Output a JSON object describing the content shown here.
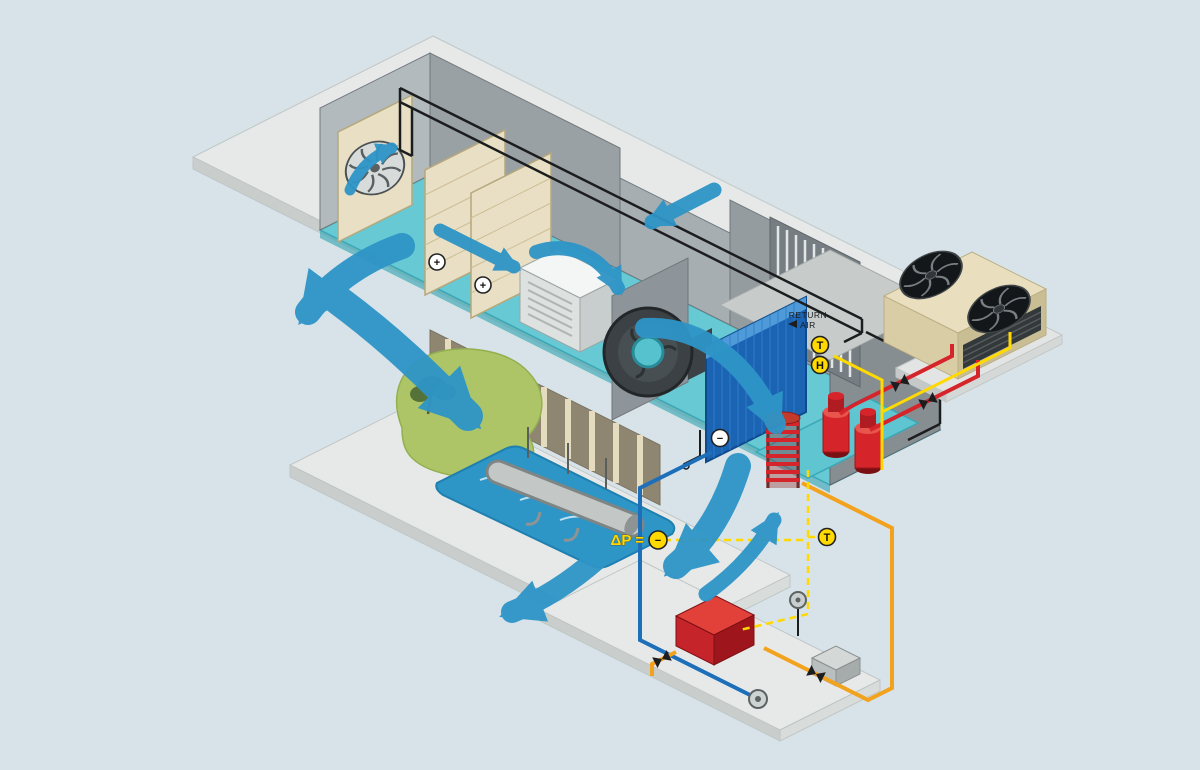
{
  "diagram": {
    "labels": {
      "return_air_line1": "RETURN",
      "return_air_line2": "AIR",
      "delta_p": "ΔP =",
      "t": "T",
      "h": "H",
      "plus": "+",
      "minus": "−"
    },
    "colors": {
      "background": "#d8e3e9",
      "airflow": "#2e95c7",
      "floor_teal": "#66c9d4",
      "coil_blue": "#1b64b4",
      "grass_green": "#adc566",
      "panel_beige": "#e8dfc4",
      "hot_water_red": "#d6242b",
      "chilled_water_blue": "#1d6fba",
      "heating_orange": "#f2a21d",
      "control_yellow": "#ffd900",
      "duct_black": "#1b1d1e",
      "slab_gray": "#e7e9e8",
      "wall_gray": "#9aa1a5"
    }
  }
}
